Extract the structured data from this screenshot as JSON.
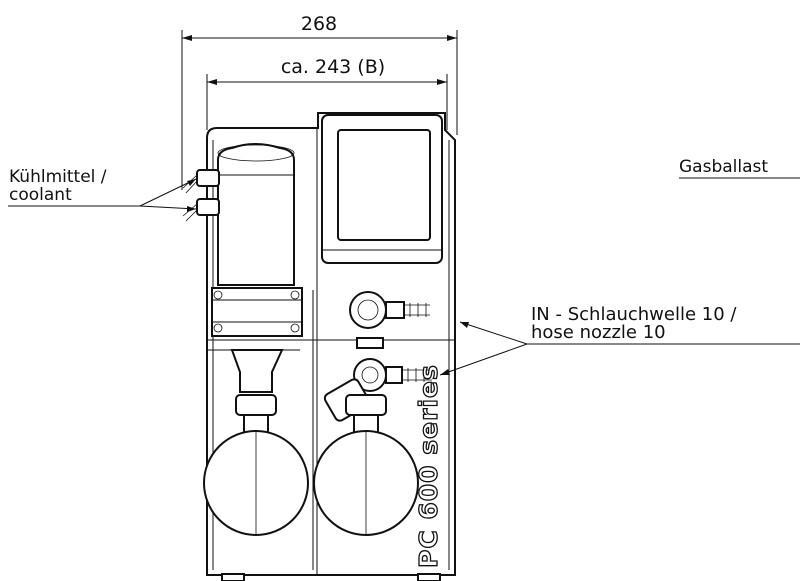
{
  "dimensions": {
    "overall_width": "268",
    "body_width": "ca. 243 (B)"
  },
  "labels": {
    "coolant_line1": "Kühlmittel /",
    "coolant_line2": "coolant",
    "gas_ballast": "Gasballast",
    "inlet_line1": "IN - Schlauchwelle 10 /",
    "inlet_line2": "hose nozzle 10"
  },
  "product": {
    "series_text": "PC 600 series"
  }
}
